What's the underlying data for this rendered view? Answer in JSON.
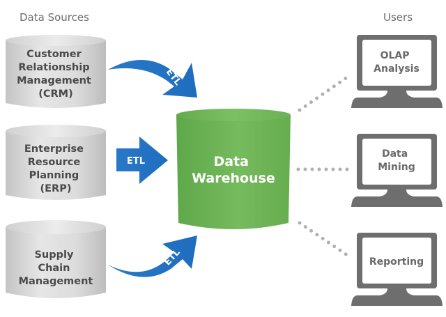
{
  "headers": {
    "sources": "Data Sources",
    "users": "Users"
  },
  "sources": [
    {
      "id": "crm",
      "lines": [
        "Customer",
        "Relationship",
        "Management",
        "(CRM)"
      ]
    },
    {
      "id": "erp",
      "lines": [
        "Enterprise",
        "Resource",
        "Planning",
        "(ERP)"
      ]
    },
    {
      "id": "scm",
      "lines": [
        "Supply",
        "Chain",
        "Management"
      ]
    }
  ],
  "arrows": [
    {
      "label": "ETL",
      "direction": "curved-down"
    },
    {
      "label": "ETL",
      "direction": "straight-right"
    },
    {
      "label": "ETL",
      "direction": "curved-up"
    }
  ],
  "warehouse": {
    "lines": [
      "Data",
      "Warehouse"
    ]
  },
  "users": [
    {
      "id": "olap",
      "lines": [
        "OLAP",
        "Analysis"
      ]
    },
    {
      "id": "mining",
      "lines": [
        "Data",
        "Mining"
      ]
    },
    {
      "id": "reporting",
      "lines": [
        "Reporting"
      ]
    }
  ],
  "colors": {
    "source_cylinder": "#d4d4d4",
    "warehouse_cylinder": "#6db554",
    "etl_arrow": "#2a78c8",
    "monitor": "#6e6e6e",
    "connector_dots": "#b0b0b0"
  }
}
